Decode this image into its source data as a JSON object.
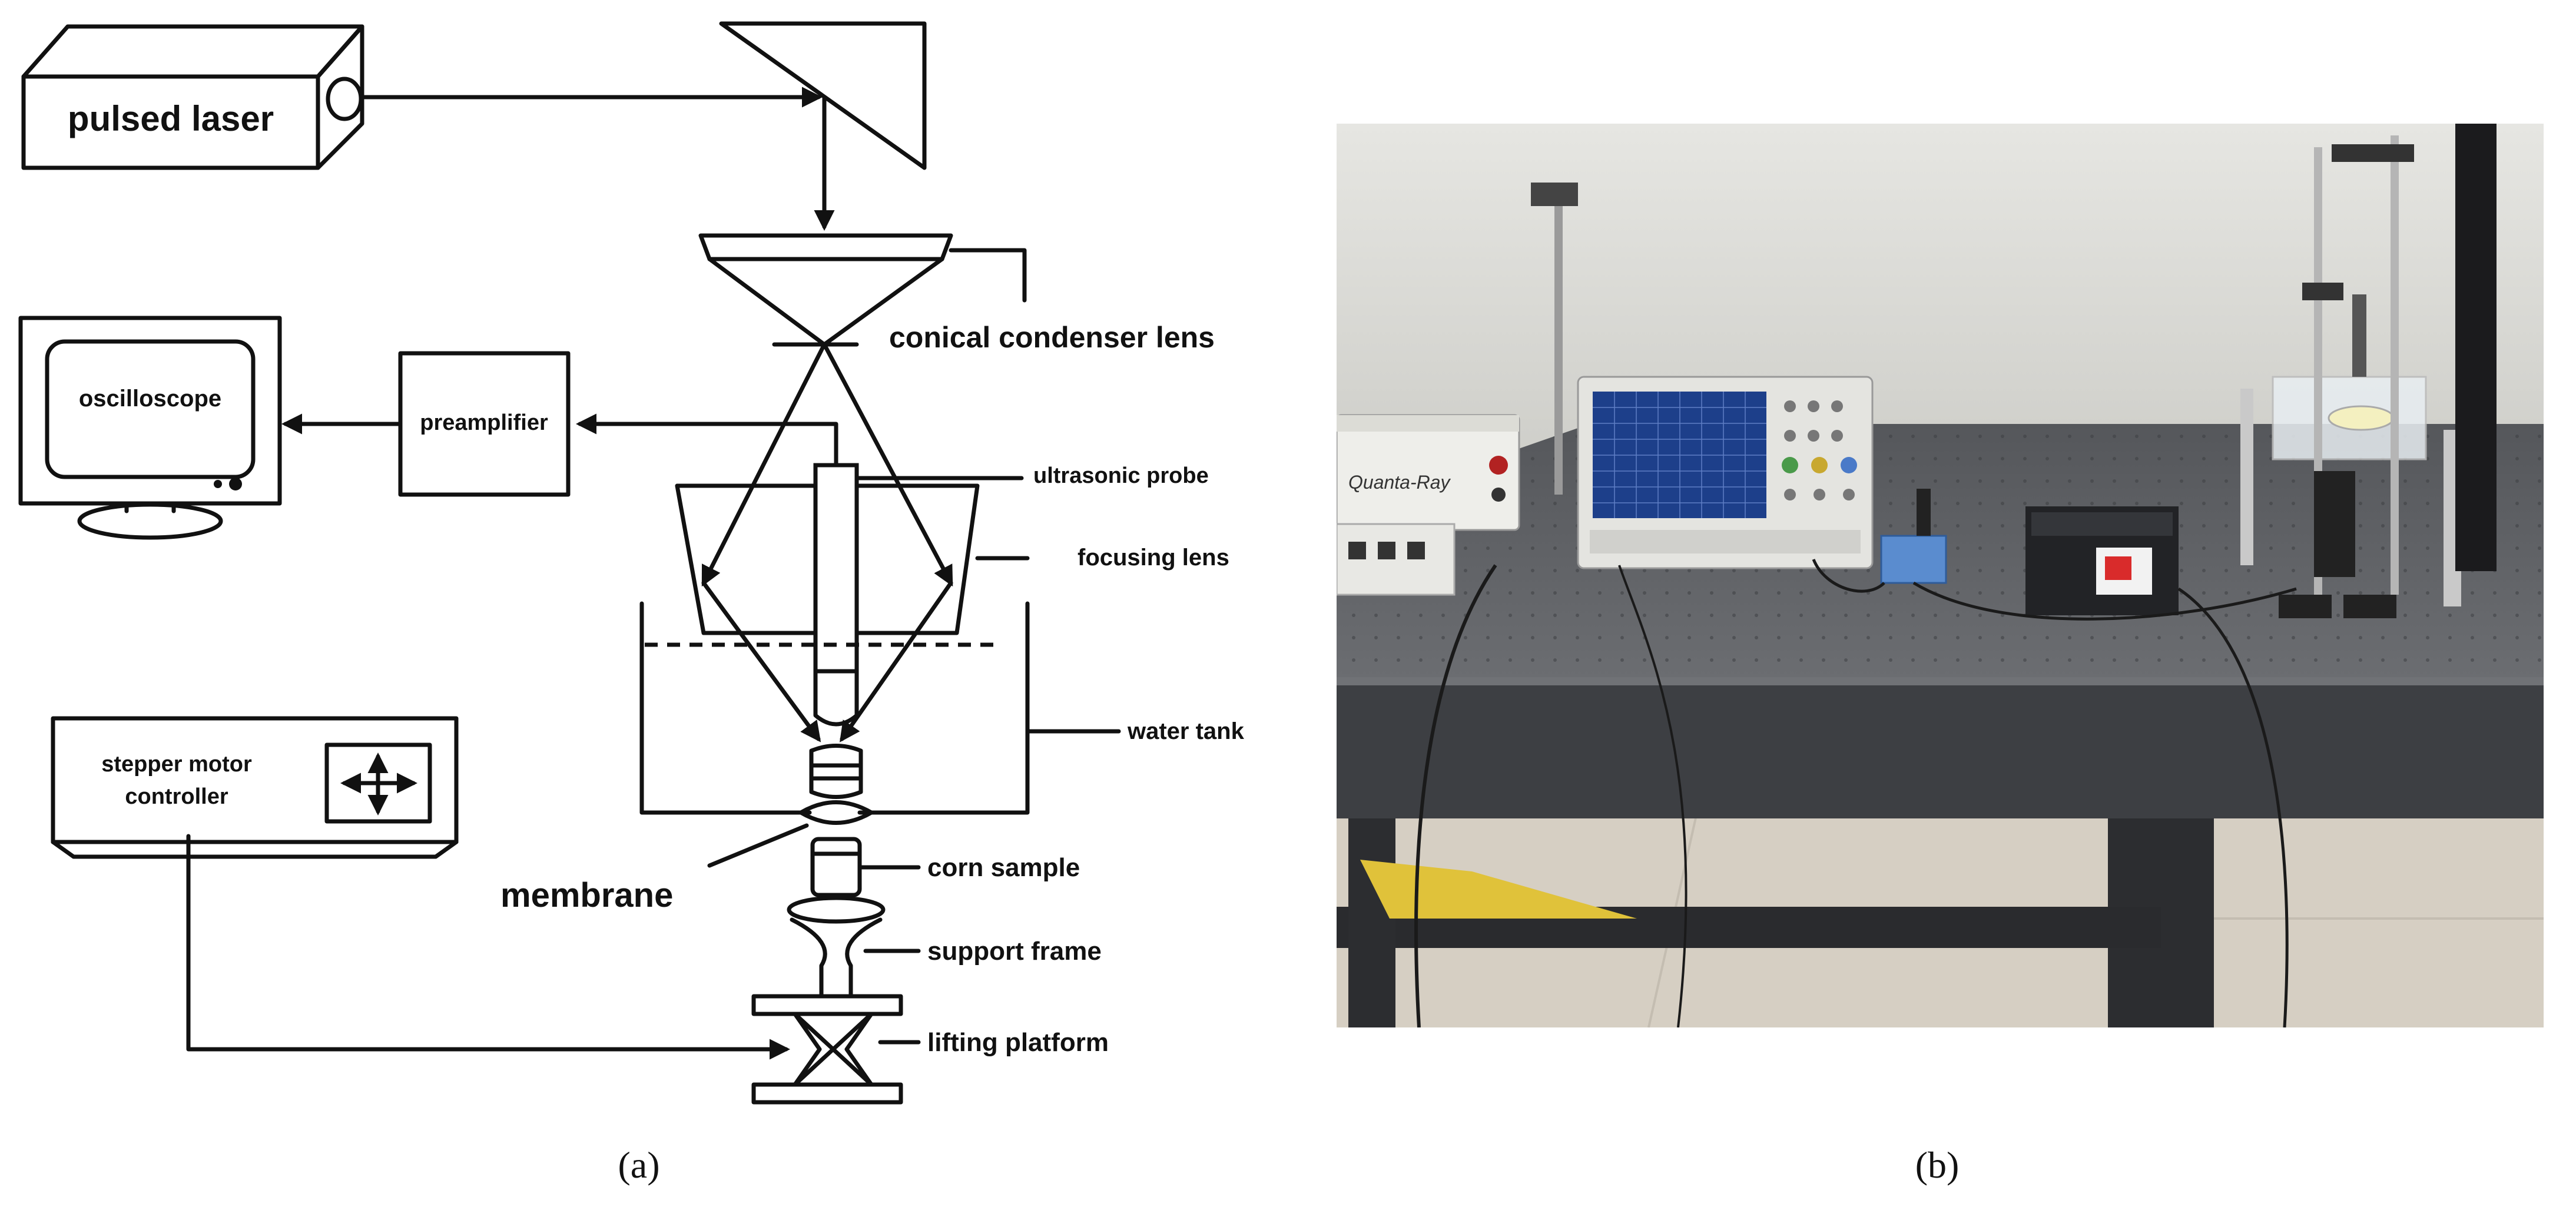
{
  "panel_a": {
    "caption": "(a)",
    "labels": {
      "pulsed_laser": "pulsed laser",
      "oscilloscope": "oscilloscope",
      "preamplifier": "preamplifier",
      "conical_condenser_lens": "conical condenser lens",
      "ultrasonic_probe": "ultrasonic probe",
      "focusing_lens": "focusing lens",
      "water_tank": "water tank",
      "stepper_motor_controller_line1": "stepper motor",
      "stepper_motor_controller_line2": "controller",
      "membrane": "membrane",
      "corn_sample": "corn sample",
      "support_frame": "support frame",
      "lifting_platform": "lifting platform"
    }
  },
  "panel_b": {
    "caption": "(b)",
    "photo_text": {
      "quanta_ray": "Quanta-Ray"
    }
  },
  "colors": {
    "ink": "#111111",
    "wall": "#dcdcd8",
    "table_top": "#5e6064",
    "table_side": "#3e4044",
    "floor": "#d9d2c7"
  }
}
